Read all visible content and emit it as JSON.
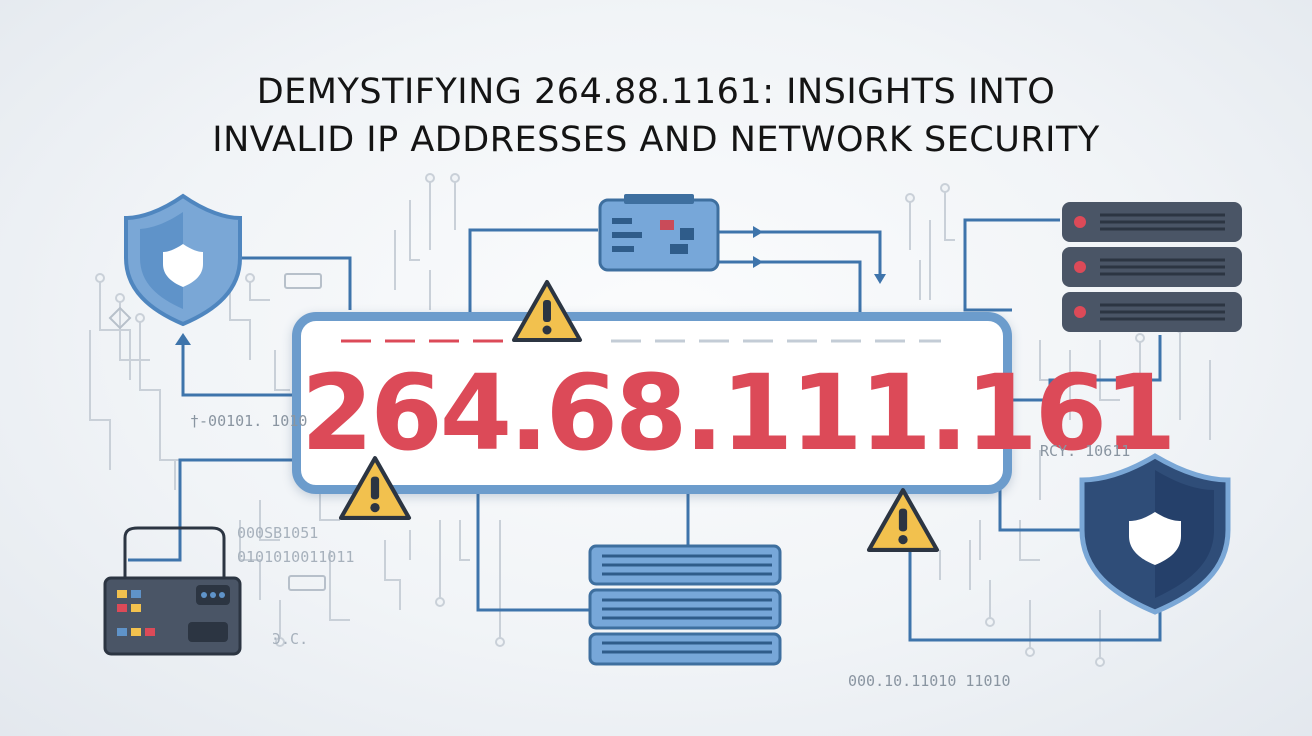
{
  "title": {
    "line1": "DEMYSTIFYING 264.88.1161: INSIGHTS INTO",
    "line2": "INVALID IP ADDRESSES AND NETWORK SECURITY"
  },
  "ip_address": "264.68.111.161",
  "code_labels": {
    "left_top": "†-00101. 1010",
    "right_top": "RCY. 10611",
    "left_mid_1": "000SB1051",
    "left_mid_2": "0101010011011",
    "left_bottom": "Ͽ.C.",
    "bottom_right": "000.10.11010 11010"
  },
  "colors": {
    "accent_blue": "#6c9ccc",
    "alert_red": "#dc4a58",
    "warning_yellow": "#f2c14e",
    "server_dark": "#4a5566",
    "shield_navy": "#2f4d78"
  },
  "icons": [
    "shield-icon",
    "warning-icon",
    "server-icon",
    "network-card-icon"
  ]
}
